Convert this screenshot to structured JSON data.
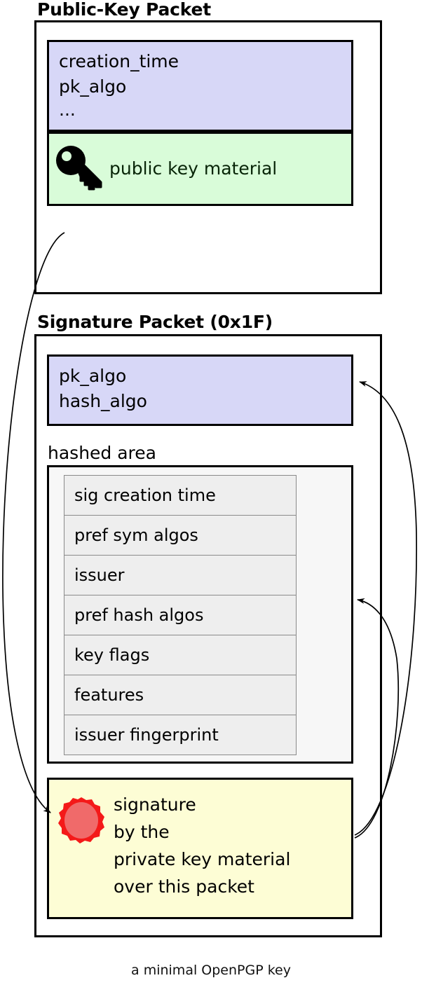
{
  "diagram": {
    "caption": "a minimal OpenPGP key",
    "colors": {
      "lavender": "#d7d7f7",
      "green": "#d9fcd9",
      "yellow": "#fdfdd5",
      "hashed_area_bg": "#f7f7f7",
      "subpacket_bg": "#eeeeee",
      "seal_ring": "#f41919",
      "seal_fill": "#f06a6a",
      "stroke": "#000000"
    }
  },
  "public_key_packet": {
    "heading": "Public-Key Packet",
    "meta": {
      "line1": "creation_time",
      "line2": "pk_algo",
      "line3": "..."
    },
    "key_material": {
      "icon": "key-icon",
      "label": "public key material"
    }
  },
  "signature_packet": {
    "heading": "Signature Packet (0x1F)",
    "meta": {
      "line1": "pk_algo",
      "line2": "hash_algo"
    },
    "hashed_area": {
      "label": "hashed area",
      "subpackets": [
        "sig creation time",
        "pref sym algos",
        "issuer",
        "pref hash algos",
        "key flags",
        "features",
        "issuer fingerprint"
      ]
    },
    "signature": {
      "icon": "wax-seal-icon",
      "line1": "signature",
      "line2": "by the",
      "line3": "private key material",
      "line4": "over this packet"
    }
  }
}
